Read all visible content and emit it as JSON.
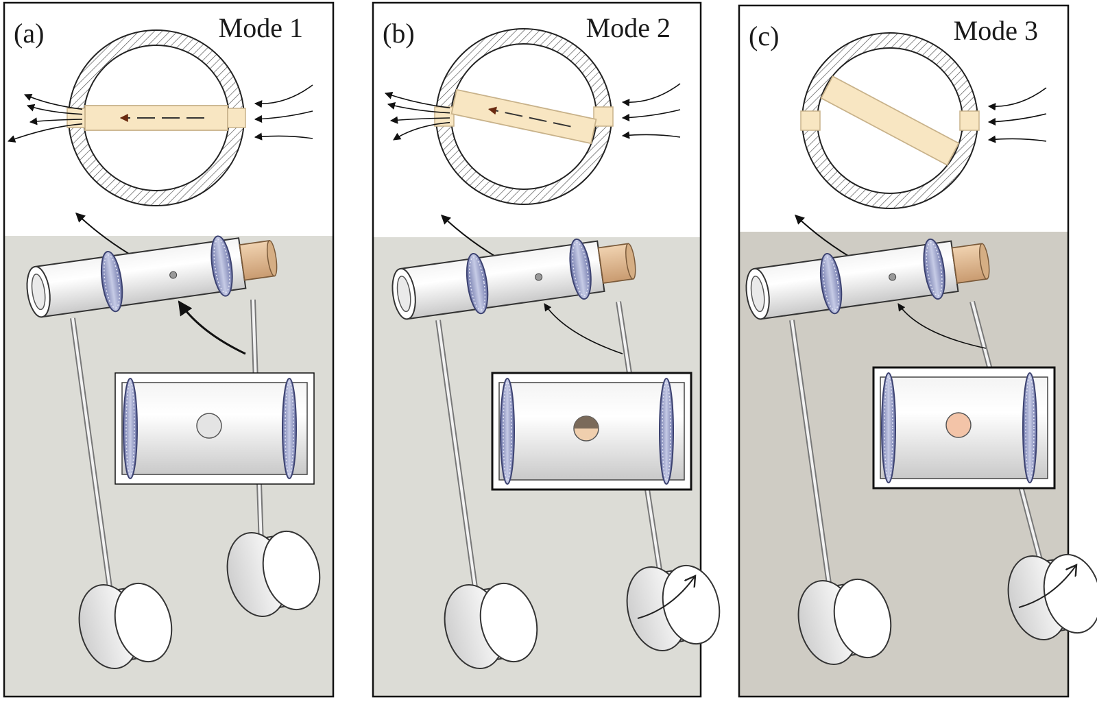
{
  "figure": {
    "panels": [
      {
        "label": "(a)",
        "mode": "Mode 1",
        "plate_angle_deg": 0,
        "flow_through": true,
        "hole_color": "#e4e4e4"
      },
      {
        "label": "(b)",
        "mode": "Mode 2",
        "plate_angle_deg": 12,
        "flow_through": true,
        "hole_color": "#f0cfae"
      },
      {
        "label": "(c)",
        "mode": "Mode 3",
        "plate_angle_deg": 28,
        "flow_through": false,
        "hole_color": "#f3c4a8"
      }
    ],
    "colors": {
      "plate": "#f8e6c2",
      "plate_stroke": "#c8b28a",
      "ground_a": "#dcdcd6",
      "ground_c": "#cfccc4",
      "bearing": "#8e96c8",
      "shaft_tip": "#e2bf98",
      "inner_flow_arrow": "#6a2a10"
    }
  }
}
